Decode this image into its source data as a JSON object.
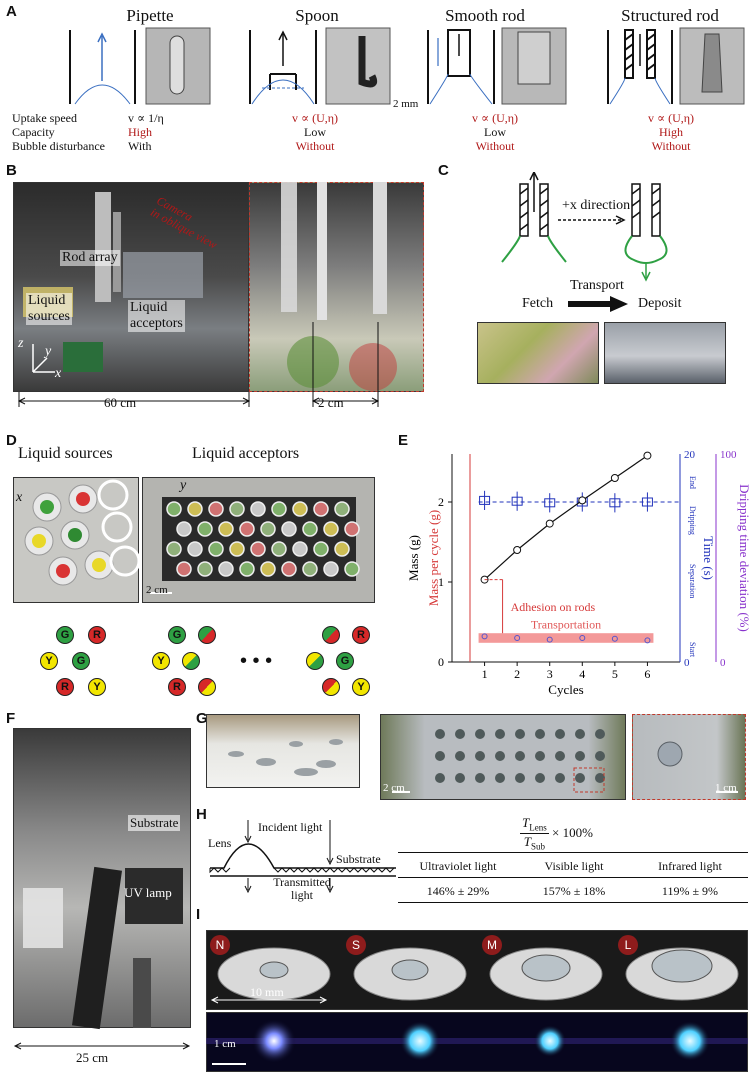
{
  "panelA": {
    "label": "A",
    "titles": [
      "Pipette",
      "Spoon",
      "Smooth rod",
      "Structured rod"
    ],
    "rows": [
      "Uptake speed",
      "Capacity",
      "Bubble disturbance"
    ],
    "pipette": {
      "speed": "v ∝ 1/η",
      "capacity": "High",
      "bubble": "With"
    },
    "spoon": {
      "speed": "v ∝ (U,η)",
      "capacity": "Low",
      "bubble": "Without"
    },
    "smooth": {
      "speed": "v ∝ (U,η)",
      "capacity": "Low",
      "bubble": "Without"
    },
    "structured": {
      "speed": "v ∝ (U,η)",
      "capacity": "High",
      "bubble": "Without"
    },
    "scale": "2 mm"
  },
  "panelB": {
    "label": "B",
    "rod_array": "Rod array",
    "sources": "Liquid\nsources",
    "acceptors": "Liquid\nacceptors",
    "camera": "Camera\nin oblique view",
    "width": "60 cm",
    "zoom_width": "2 cm",
    "axes": [
      "z",
      "y",
      "x"
    ]
  },
  "panelC": {
    "label": "C",
    "direction": "+x direction",
    "transport": "Transport",
    "fetch": "Fetch",
    "deposit": "Deposit"
  },
  "panelD": {
    "label": "D",
    "sources": "Liquid sources",
    "acceptors": "Liquid acceptors",
    "scale": "2 cm",
    "axes": [
      "x",
      "y"
    ],
    "src_letters": [
      "G",
      "R",
      "Y",
      "G",
      "R",
      "Y"
    ],
    "acc_letters": [
      "G",
      "R",
      "Y",
      "R",
      "G"
    ],
    "dots": "• • •"
  },
  "panelE": {
    "label": "E",
    "chart_data": {
      "type": "line",
      "xlabel": "Cycles",
      "ylabel": "Mass (g)",
      "ylabel2": "Mass per cycle (g)",
      "ylabel_right1": "Time (s)",
      "ylabel_right2": "Dripping time deviation (%)",
      "x": [
        1,
        2,
        3,
        4,
        5,
        6
      ],
      "xlim": [
        0,
        7
      ],
      "ylim": [
        0,
        2.6
      ],
      "y_ticks": [
        0,
        1,
        2
      ],
      "time_ticks": [
        0,
        20
      ],
      "dev_ticks": [
        0,
        100
      ],
      "series": [
        {
          "name": "",
          "values": [
            1.03,
            1.4,
            1.73,
            2.02,
            2.3,
            2.58
          ]
        },
        {
          "name": "",
          "values": [
            0.32,
            0.3,
            0.28,
            0.3,
            0.29,
            0.27
          ]
        }
      ],
      "box_means": [
        2.02,
        2.01,
        1.99,
        2.0,
        1.99,
        2.0
      ],
      "dashed_level": 2.0,
      "annot_adhesion": "Adhesion on rods",
      "annot_transport": "Transportation",
      "stage_labels": [
        "End",
        "Dripping",
        "Separation",
        "Start"
      ]
    }
  },
  "panelF": {
    "label": "F",
    "substrate": "Substrate",
    "uv": "UV lamp",
    "width": "25 cm"
  },
  "panelG": {
    "label": "G",
    "scale1": "2 cm",
    "scale2": "1 cm"
  },
  "panelH": {
    "label": "H",
    "lens": "Lens",
    "incident": "Incident light",
    "substrate": "Substrate",
    "transmitted": "Transmitted\nlight",
    "formula_num": "T",
    "formula_sub_num": "Lens",
    "formula_den": "T",
    "formula_sub_den": "Sub",
    "formula_tail": "× 100%",
    "headers": [
      "Ultraviolet light",
      "Visible light",
      "Infrared light"
    ],
    "values": [
      "146% ± 29%",
      "157% ± 18%",
      "119% ± 9%"
    ]
  },
  "panelI": {
    "label": "I",
    "letters": [
      "N",
      "S",
      "M",
      "L"
    ],
    "width": "10 mm",
    "scale": "1 cm"
  }
}
